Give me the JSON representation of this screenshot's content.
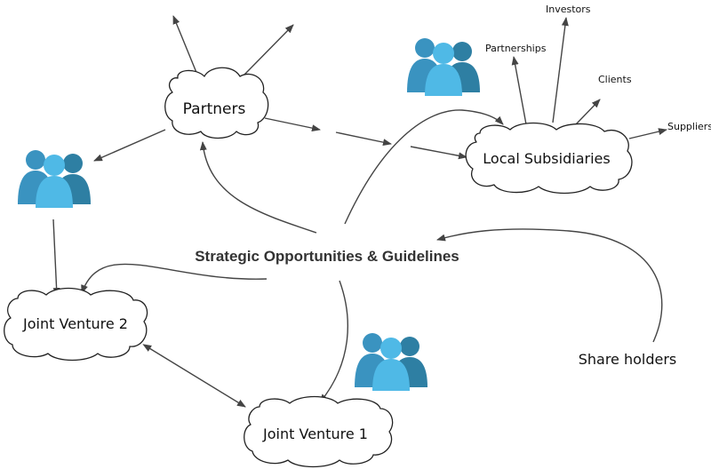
{
  "center": {
    "label": "Strategic Opportunities & Guidelines"
  },
  "nodes": {
    "partners": "Partners",
    "local_subsidiaries": "Local Subsidiaries",
    "joint_venture_2": "Joint Venture 2",
    "joint_venture_1": "Joint Venture 1",
    "share_holders": "Share holders"
  },
  "branches": {
    "partnerships": "Partnerships",
    "investors": "Investors",
    "clients": "Clients",
    "suppliers": "Suppliers"
  },
  "icons": [
    "people-group-icon",
    "people-group-icon",
    "people-group-icon"
  ],
  "colors": {
    "person_dark": "#2e7fa3",
    "person_mid": "#3aa0d0",
    "person_light": "#4fb9e6",
    "line": "#444444"
  }
}
